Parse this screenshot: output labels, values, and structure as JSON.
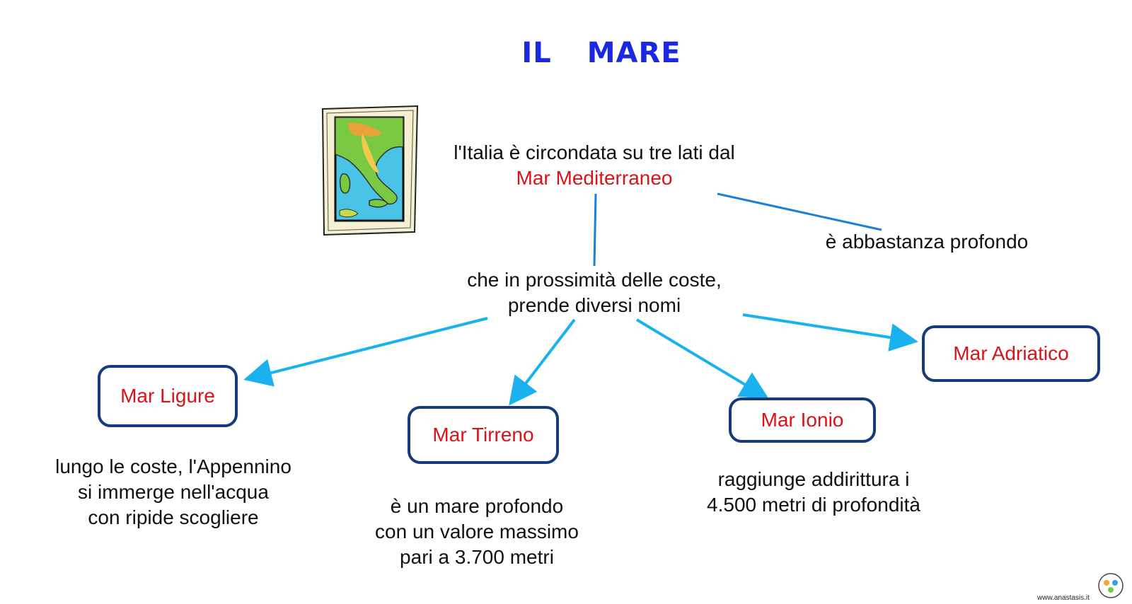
{
  "title": {
    "word1": "IL",
    "word2": "MARE"
  },
  "intro": {
    "line1": "l'Italia è circondata su tre lati dal",
    "line2": "Mar Mediterraneo"
  },
  "depth_note": "è abbastanza profondo",
  "names_note": {
    "line1": "che in prossimità delle coste,",
    "line2": "prende diversi nomi"
  },
  "seas": [
    {
      "name": "Mar Ligure",
      "desc": [
        "lungo le coste, l'Appennino",
        "si immerge nell'acqua",
        "con ripide scogliere"
      ]
    },
    {
      "name": "Mar Tirreno",
      "desc": [
        "è un mare profondo",
        "con un valore massimo",
        "pari a 3.700 metri"
      ]
    },
    {
      "name": "Mar Ionio",
      "desc": [
        "raggiunge addirittura i",
        "4.500 metri di profondità"
      ]
    },
    {
      "name": "Mar Adriatico",
      "desc": []
    }
  ],
  "footer": "www.anastasis.it",
  "colors": {
    "title": "#1a28e0",
    "sea_name": "#d8141a",
    "box_border": "#163a7c",
    "arrow": "#1ab2ee",
    "line": "#1a7fd6"
  },
  "icons": [
    "italy-map-icon",
    "supermappe-logo-icon"
  ]
}
